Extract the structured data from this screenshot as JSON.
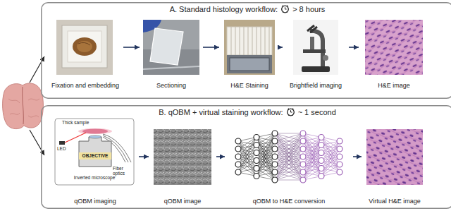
{
  "diagram": {
    "nodes": [
      {
        "text": [
          "A. Standard histology workflow:",
          "> 8 hours"
        ]
      },
      {
        "text": [
          "Fixation and embedding"
        ],
        "in": 0
      },
      {
        "text": [
          "Sectioning"
        ],
        "in": 0
      },
      {
        "text": [
          "H&E Staining"
        ],
        "in": 0
      },
      {
        "text": [
          "Brightfield imaging"
        ],
        "in": 0
      },
      {
        "text": [
          "H&E image"
        ],
        "in": 0
      },
      {
        "text": [
          "B. qOBM + virtual staining workflow:",
          "~ 1 second"
        ]
      },
      {
        "text": [
          "qOBM imaging"
        ],
        "in": 6
      },
      {
        "text": [
          "qOBM image"
        ],
        "in": 6
      },
      {
        "text": [
          "qOBM to H&E conversion"
        ],
        "in": 6
      },
      {
        "text": [
          "Virtual H&E image"
        ],
        "in": 6
      }
    ],
    "edges": [
      {
        "from": 1,
        "to": 2,
        "arrow": "to"
      },
      {
        "from": 2,
        "to": 3,
        "arrow": "to"
      },
      {
        "from": 3,
        "to": 4,
        "arrow": "to"
      },
      {
        "from": 4,
        "to": 5,
        "arrow": "to"
      },
      {
        "from": 7,
        "to": 8,
        "arrow": "to"
      },
      {
        "from": 8,
        "to": 9,
        "arrow": "to"
      },
      {
        "from": 9,
        "to": 10,
        "arrow": "to"
      }
    ],
    "labels": [
      "Thick sample",
      "LED",
      "Fiber optics",
      "OBJECTIVE",
      "Inverted microscope"
    ]
  }
}
